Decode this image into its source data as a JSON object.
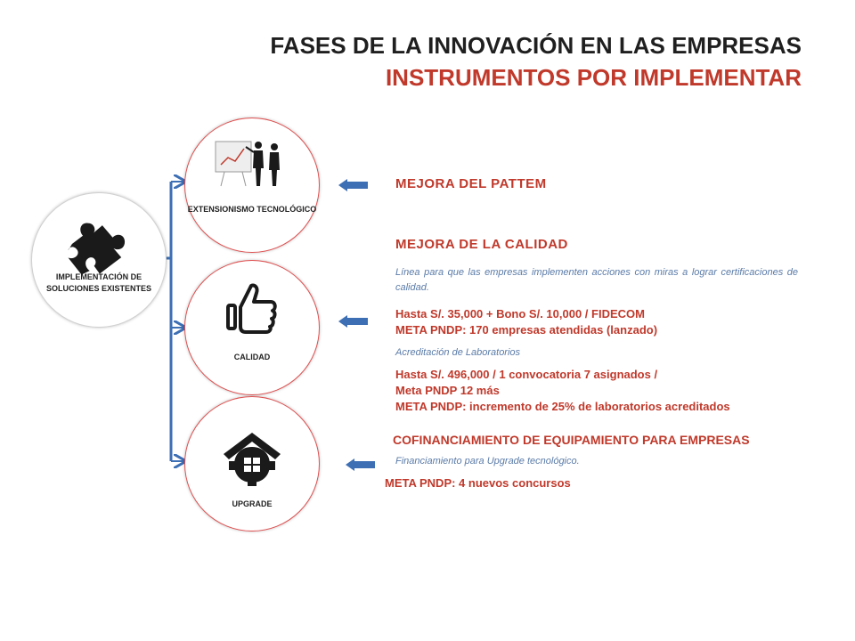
{
  "title": {
    "line1": "FASES DE LA INNOVACIÓN EN LAS EMPRESAS",
    "line2": "INSTRUMENTOS POR IMPLEMENTAR"
  },
  "main_circle": {
    "label": "IMPLEMENTACIÓN DE SOLUCIONES EXISTENTES",
    "icon": "puzzle-piece-icon"
  },
  "phases": [
    {
      "label": "EXTENSIONISMO TECNOLÓGICO",
      "icon": "presentation-people-icon"
    },
    {
      "label": "CALIDAD",
      "icon": "thumbs-up-icon"
    },
    {
      "label": "UPGRADE",
      "icon": "house-gear-icon"
    }
  ],
  "colors": {
    "title_red": "#c0392b",
    "arrow_blue": "#3d6fb5",
    "italic_blue": "#5a7ba8",
    "circle_red": "#e05050"
  },
  "sections": {
    "pattem": {
      "heading": "MEJORA DEL PATTEM"
    },
    "calidad": {
      "heading": "MEJORA DE LA CALIDAD",
      "description": "Línea para que las empresas implementen acciones con miras a lograr certificaciones de calidad.",
      "line1": "Hasta S/. 35,000 + Bono S/. 10,000  /  FIDECOM",
      "line2": "META PNDP:  170 empresas atendidas (lanzado)",
      "subheading": "Acreditación de Laboratorios",
      "line3": "Hasta S/. 496,000  /  1 convocatoria  7 asignados /",
      "line4": "Meta PNDP 12 más",
      "line5": "META PNDP:  incremento de 25% de laboratorios acreditados"
    },
    "cofinanciamiento": {
      "heading": "COFINANCIAMIENTO DE EQUIPAMIENTO PARA EMPRESAS",
      "description": "Financiamiento para Upgrade tecnológico.",
      "line1": "META PNDP:  4  nuevos concursos"
    }
  }
}
